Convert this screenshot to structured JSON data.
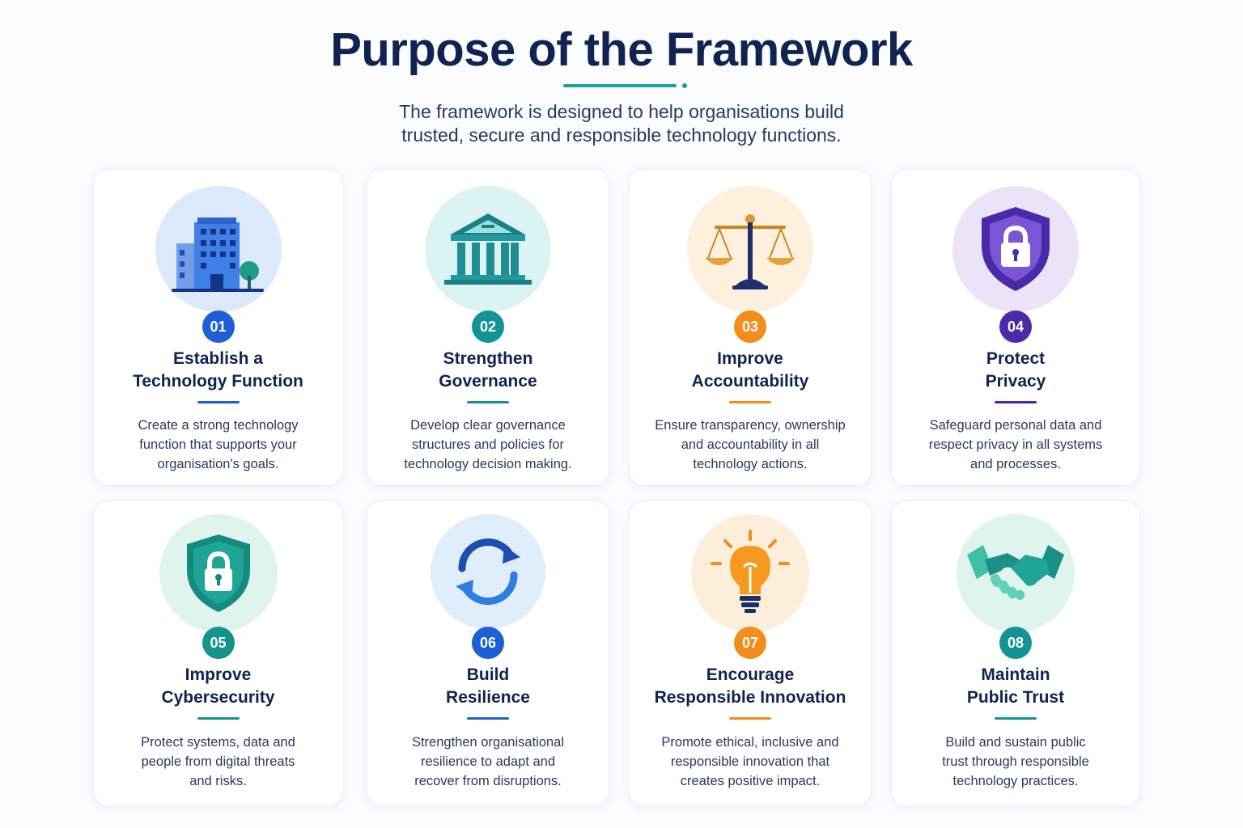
{
  "header": {
    "title": "Purpose of the Framework",
    "subtitle_line1": "The framework is designed to help organisations build",
    "subtitle_line2": "trusted, secure and responsible technology functions."
  },
  "cards": [
    {
      "number": "01",
      "title_line1": "Establish a",
      "title_line2": "Technology Function",
      "desc_line1": "Create a strong technology",
      "desc_line2": "function that supports your",
      "desc_line3": "organisation's goals.",
      "icon": "building-icon",
      "accent": "#1e5fd6",
      "circle_bg": "#dbe9fb"
    },
    {
      "number": "02",
      "title_line1": "Strengthen",
      "title_line2": "Governance",
      "desc_line1": "Develop clear governance",
      "desc_line2": "structures and policies for",
      "desc_line3": "technology decision making.",
      "icon": "government-building-icon",
      "accent": "#139494",
      "circle_bg": "#dcf3f3"
    },
    {
      "number": "03",
      "title_line1": "Improve",
      "title_line2": "Accountability",
      "desc_line1": "Ensure transparency, ownership",
      "desc_line2": "and accountability in all",
      "desc_line3": "technology actions.",
      "icon": "scales-icon",
      "accent": "#f28c1a",
      "circle_bg": "#fdf0dc"
    },
    {
      "number": "04",
      "title_line1": "Protect",
      "title_line2": "Privacy",
      "desc_line1": "Safeguard personal data and",
      "desc_line2": "respect privacy in all systems",
      "desc_line3": "and processes.",
      "icon": "privacy-shield-icon",
      "accent": "#4a2aa8",
      "circle_bg": "#ebe4f9"
    },
    {
      "number": "05",
      "title_line1": "Improve",
      "title_line2": "Cybersecurity",
      "desc_line1": "Protect systems, data and",
      "desc_line2": "people from digital threats",
      "desc_line3": "and risks.",
      "icon": "security-shield-icon",
      "accent": "#13948a",
      "circle_bg": "#dff4ec"
    },
    {
      "number": "06",
      "title_line1": "Build",
      "title_line2": "Resilience",
      "desc_line1": "Strengthen organisational",
      "desc_line2": "resilience to adapt and",
      "desc_line3": "recover from disruptions.",
      "icon": "refresh-cycle-icon",
      "accent": "#1e5fd6",
      "circle_bg": "#dfeefa"
    },
    {
      "number": "07",
      "title_line1": "Encourage",
      "title_line2": "Responsible Innovation",
      "desc_line1": "Promote ethical, inclusive and",
      "desc_line2": "responsible innovation that",
      "desc_line3": "creates positive impact.",
      "icon": "lightbulb-icon",
      "accent": "#f28c1a",
      "circle_bg": "#fdeedb"
    },
    {
      "number": "08",
      "title_line1": "Maintain",
      "title_line2": "Public Trust",
      "desc_line1": "Build and sustain public",
      "desc_line2": "trust through responsible",
      "desc_line3": "technology practices.",
      "icon": "handshake-icon",
      "accent": "#139494",
      "circle_bg": "#dff4ec"
    }
  ]
}
